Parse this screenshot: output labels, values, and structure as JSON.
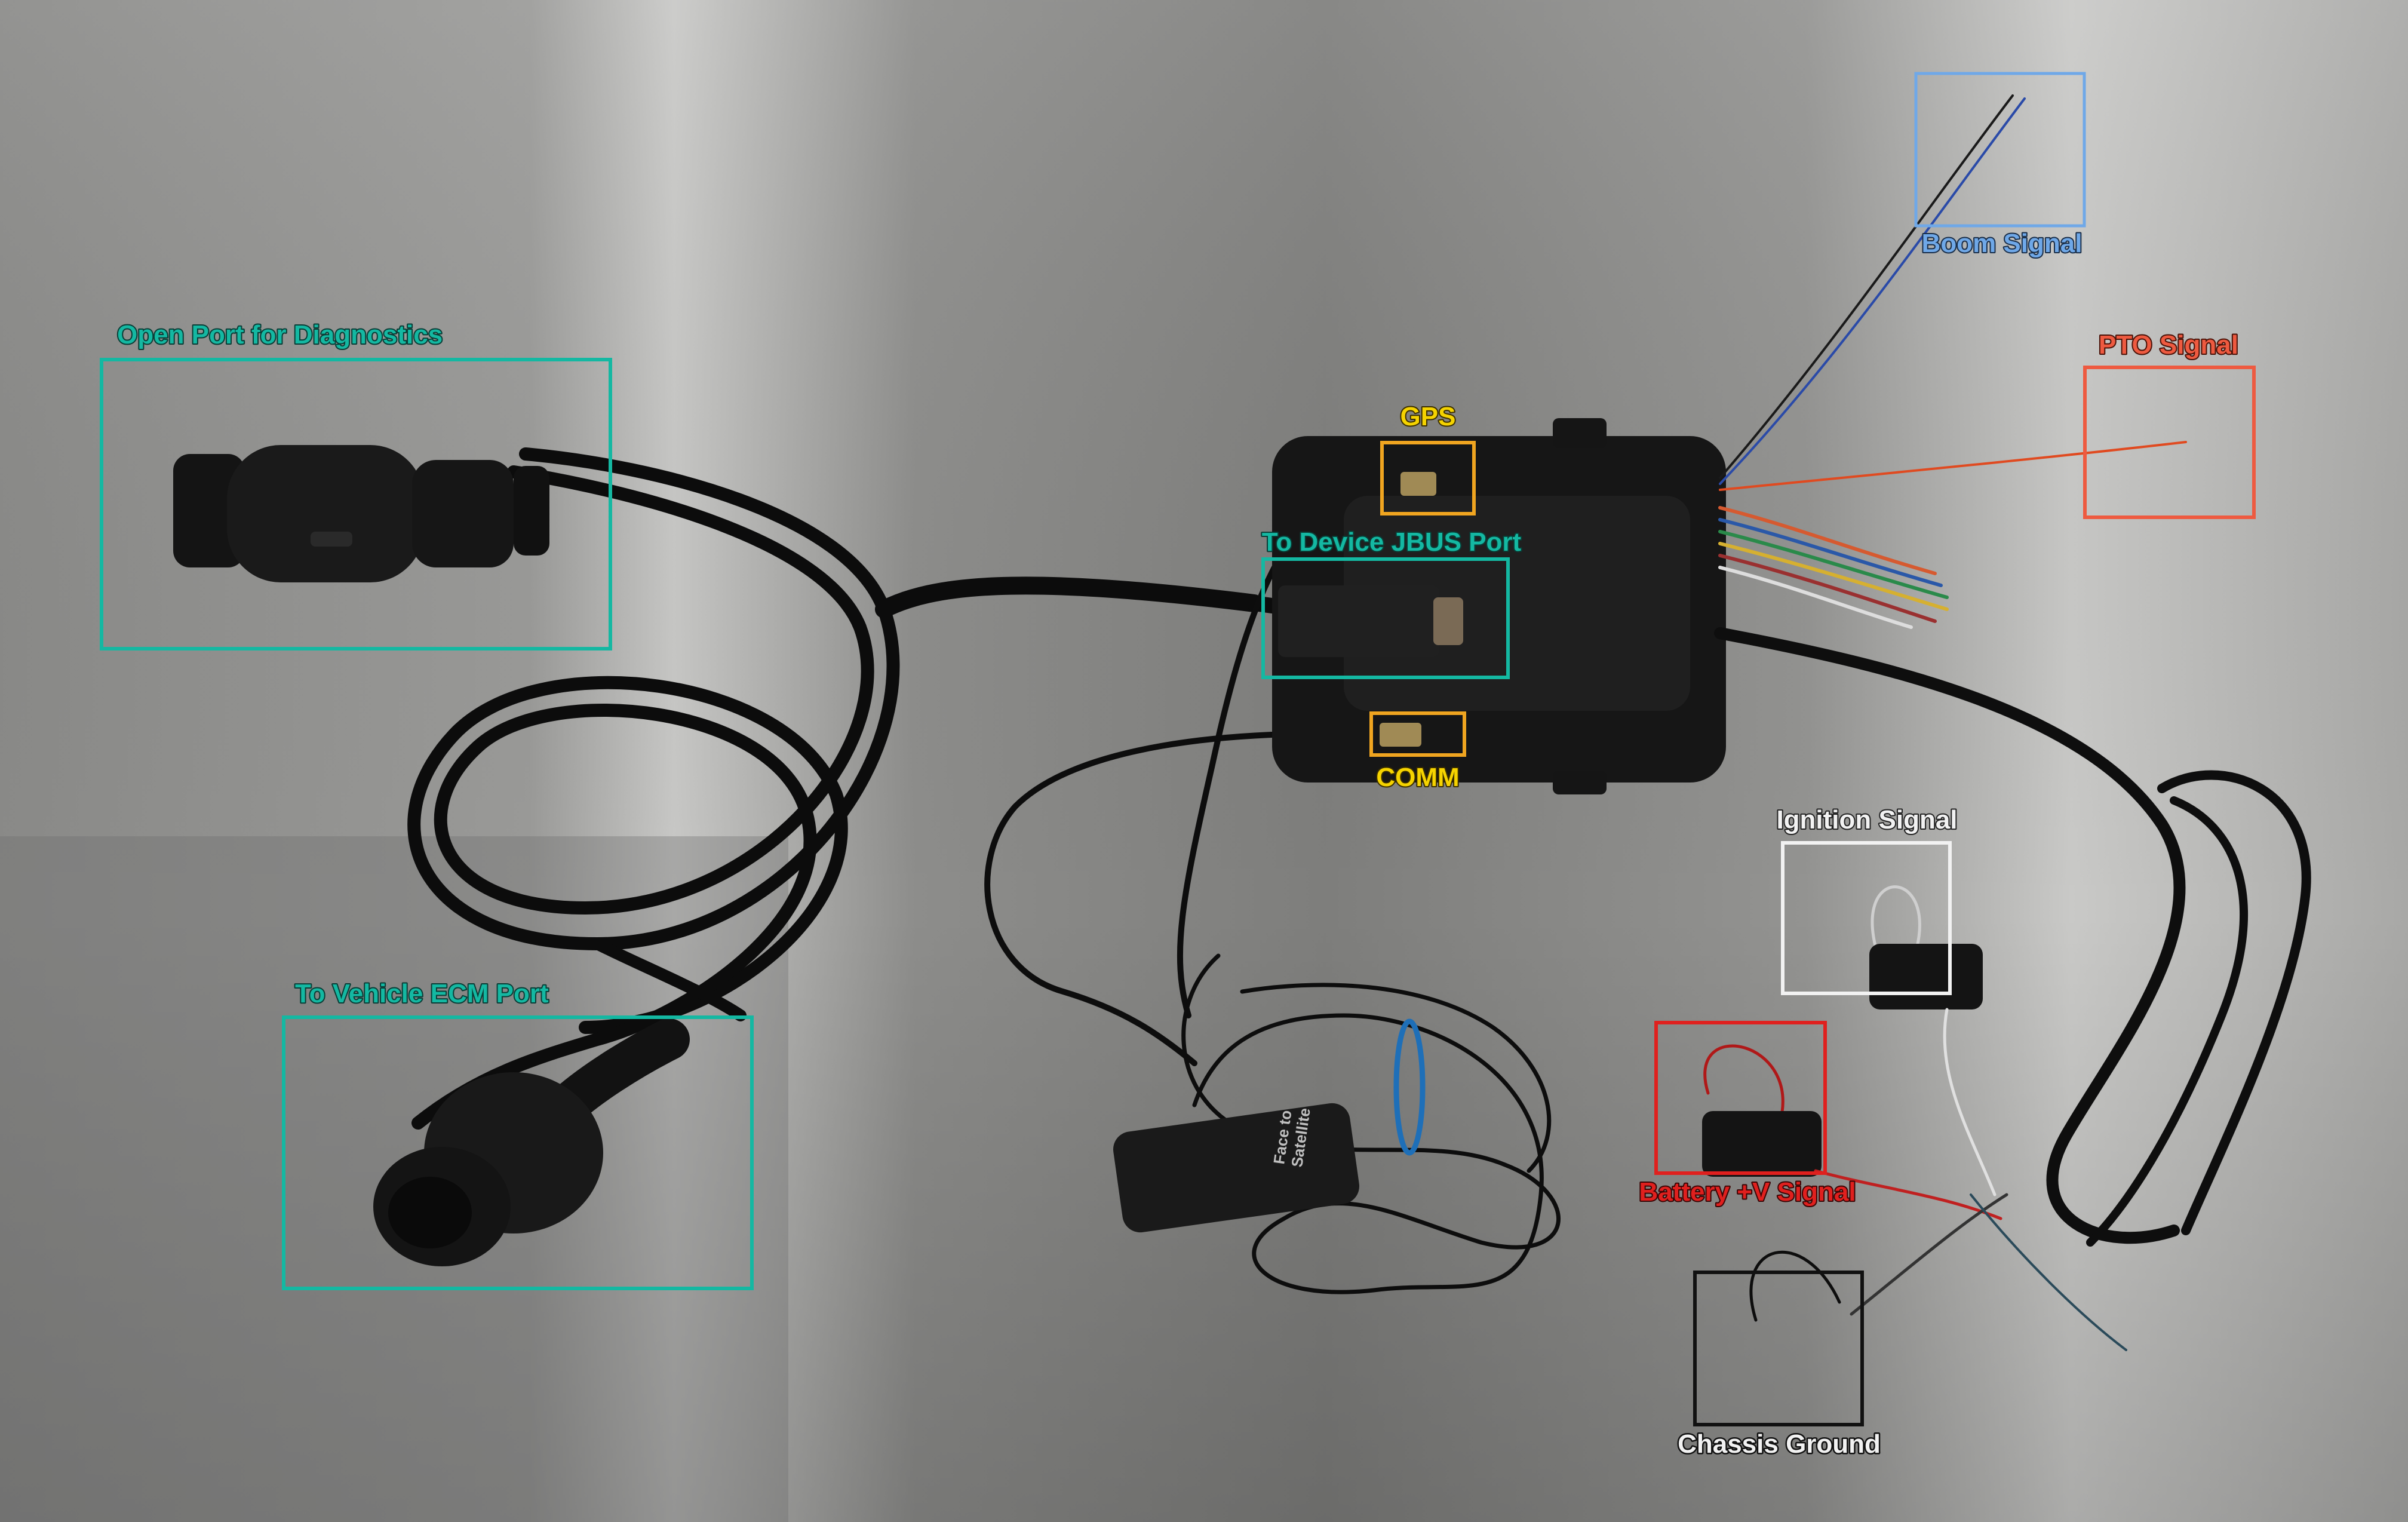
{
  "colors": {
    "teal": "#14b8a2",
    "yellow": "#f5d300",
    "gold_box": "#f0a520",
    "blue": "#6fa8e8",
    "red_orange": "#ee5a40",
    "red": "#e0201e",
    "white": "#f2f2f2",
    "black": "#111111"
  },
  "labels": {
    "open_port": "Open Port for Diagnostics",
    "gps": "GPS",
    "device_jbus": "To Device JBUS Port",
    "comm": "COMM",
    "boom": "Boom Signal",
    "pto": "PTO Signal",
    "ignition": "Ignition Signal",
    "vehicle_ecm": "To Vehicle ECM Port",
    "battery": "Battery +V Signal",
    "chassis": "Chassis Ground"
  },
  "antenna_text": [
    "Face to",
    "Satellite"
  ]
}
